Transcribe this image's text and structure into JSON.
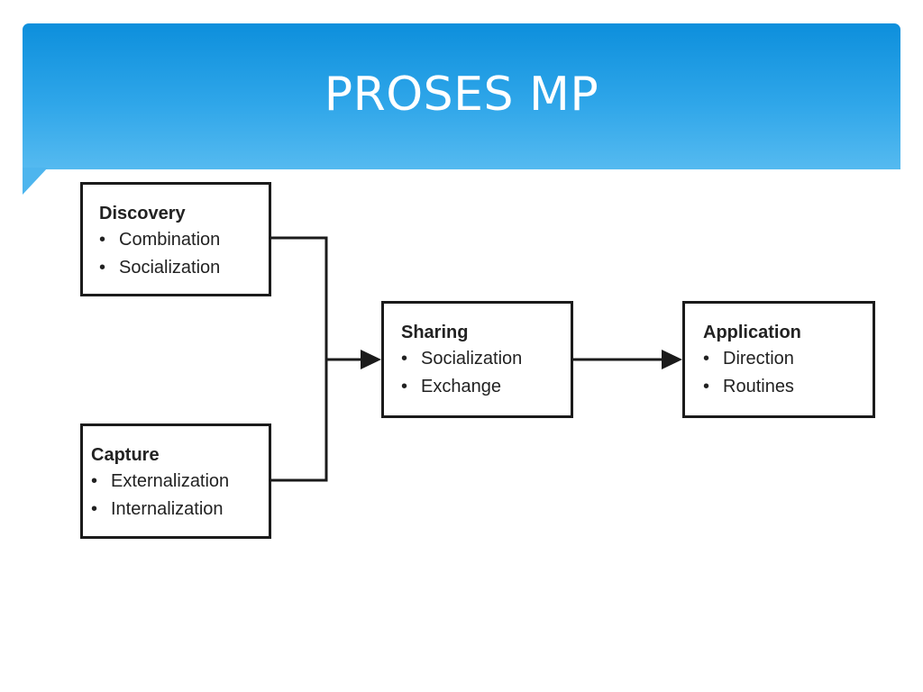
{
  "slide": {
    "title": "PROSES MP"
  },
  "diagram": {
    "nodes": [
      {
        "id": "discovery",
        "heading": "Discovery",
        "items": [
          "Combination",
          "Socialization"
        ]
      },
      {
        "id": "capture",
        "heading": "Capture",
        "items": [
          "Externalization",
          "Internalization"
        ]
      },
      {
        "id": "sharing",
        "heading": "Sharing",
        "items": [
          "Socialization",
          "Exchange"
        ]
      },
      {
        "id": "application",
        "heading": "Application",
        "items": [
          "Direction",
          "Routines"
        ]
      }
    ],
    "edges": [
      {
        "from": "discovery",
        "to": "sharing"
      },
      {
        "from": "capture",
        "to": "sharing"
      },
      {
        "from": "sharing",
        "to": "application"
      }
    ],
    "bullet_symbol": "•",
    "colors": {
      "title_band_top": "#0d8fdc",
      "title_band_bottom": "#55baf0",
      "box_border": "#1b1b1b",
      "text": "#222222"
    }
  }
}
